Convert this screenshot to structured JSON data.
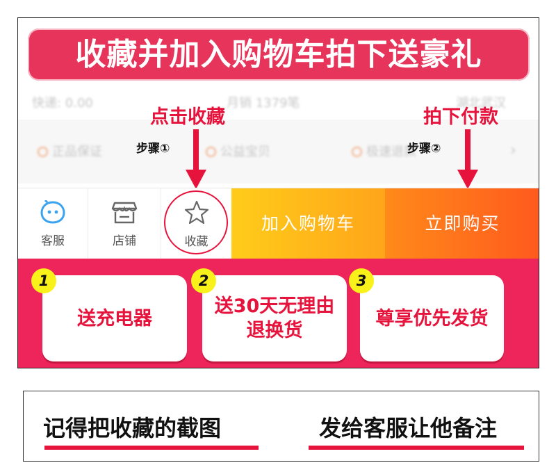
{
  "banner": {
    "title": "收藏并加入购物车拍下送豪礼"
  },
  "background_info": {
    "row1": [
      "快递: 0.00",
      "月销 1379笔",
      "湖北武汉"
    ],
    "row2": [
      "正品保证",
      "公益宝贝",
      "极速退款"
    ]
  },
  "annotations": {
    "left": {
      "label": "点击收藏",
      "step": "步骤①"
    },
    "right": {
      "label": "拍下付款",
      "step": "步骤②"
    },
    "color": "#e6133c"
  },
  "bottom_bar": {
    "tabs": [
      {
        "icon": "customer-service-icon",
        "label": "客服"
      },
      {
        "icon": "store-icon",
        "label": "店铺"
      },
      {
        "icon": "star-icon",
        "label": "收藏"
      }
    ],
    "add_to_cart": "加入购物车",
    "buy_now": "立即购买",
    "colors": {
      "cart": "#ffb81a",
      "buy": "#ff6a1e",
      "service_icon": "#3aa3f0"
    }
  },
  "gifts": [
    {
      "number": "1",
      "text": "送充电器"
    },
    {
      "number": "2",
      "text": "送30天无理由\n退换货"
    },
    {
      "number": "3",
      "text": "尊享优先发货"
    }
  ],
  "notes": {
    "left": "记得把收藏的截图",
    "right": "发给客服让他备注"
  },
  "accent_color": "#ed255a"
}
